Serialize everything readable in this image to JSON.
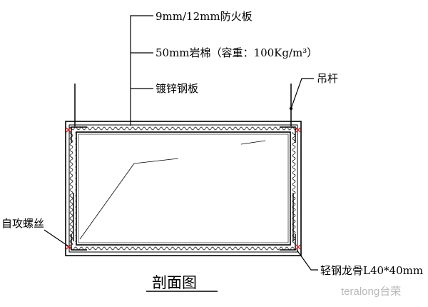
{
  "diagram": {
    "title": "剖面图",
    "layers": [
      {
        "id": "fireproof-board",
        "label": "9mm/12mm防火板"
      },
      {
        "id": "rock-wool",
        "label": "50mm岩棉（容重：100Kg/m³）"
      },
      {
        "id": "galvanized-sheet",
        "label": "镀锌钢板"
      }
    ],
    "hanger_rod": {
      "label": "吊杆"
    },
    "self_tapping_screw": {
      "label": "自攻螺丝"
    },
    "light_steel_keel": {
      "label": "轻钢龙骨L40*40mm"
    },
    "watermark": {
      "text": "teralong台荣"
    },
    "colors": {
      "line": "#000000",
      "screw": "#e02020",
      "watermark": "#b8b8b8"
    }
  }
}
